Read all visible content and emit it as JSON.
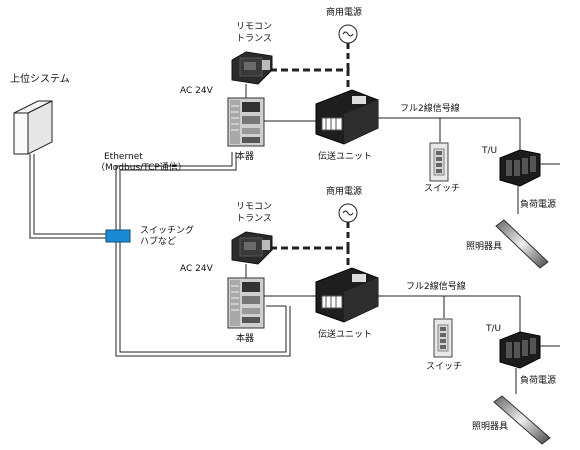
{
  "upper_system": "上位システム",
  "ethernet": {
    "line1": "Ethernet",
    "line2": "（Modbus/TCP通信）"
  },
  "switching_hub": {
    "line1": "スイッチング",
    "line2": "ハブなど"
  },
  "groups": [
    {
      "remote_transformer": {
        "line1": "リモコン",
        "line2": "トランス"
      },
      "commercial_power": "商用電源",
      "ac24v": "AC 24V",
      "main_unit": "本器",
      "transmission_unit": "伝送ユニット",
      "full2wire": "フル2線信号線",
      "switch": "スイッチ",
      "tu": "T/U",
      "load_power": "負荷電源",
      "lighting": "照明器具"
    },
    {
      "remote_transformer": {
        "line1": "リモコン",
        "line2": "トランス"
      },
      "commercial_power": "商用電源",
      "ac24v": "AC 24V",
      "main_unit": "本器",
      "transmission_unit": "伝送ユニット",
      "full2wire": "フル2線信号線",
      "switch": "スイッチ",
      "tu": "T/U",
      "load_power": "負荷電源",
      "lighting": "照明器具"
    }
  ]
}
